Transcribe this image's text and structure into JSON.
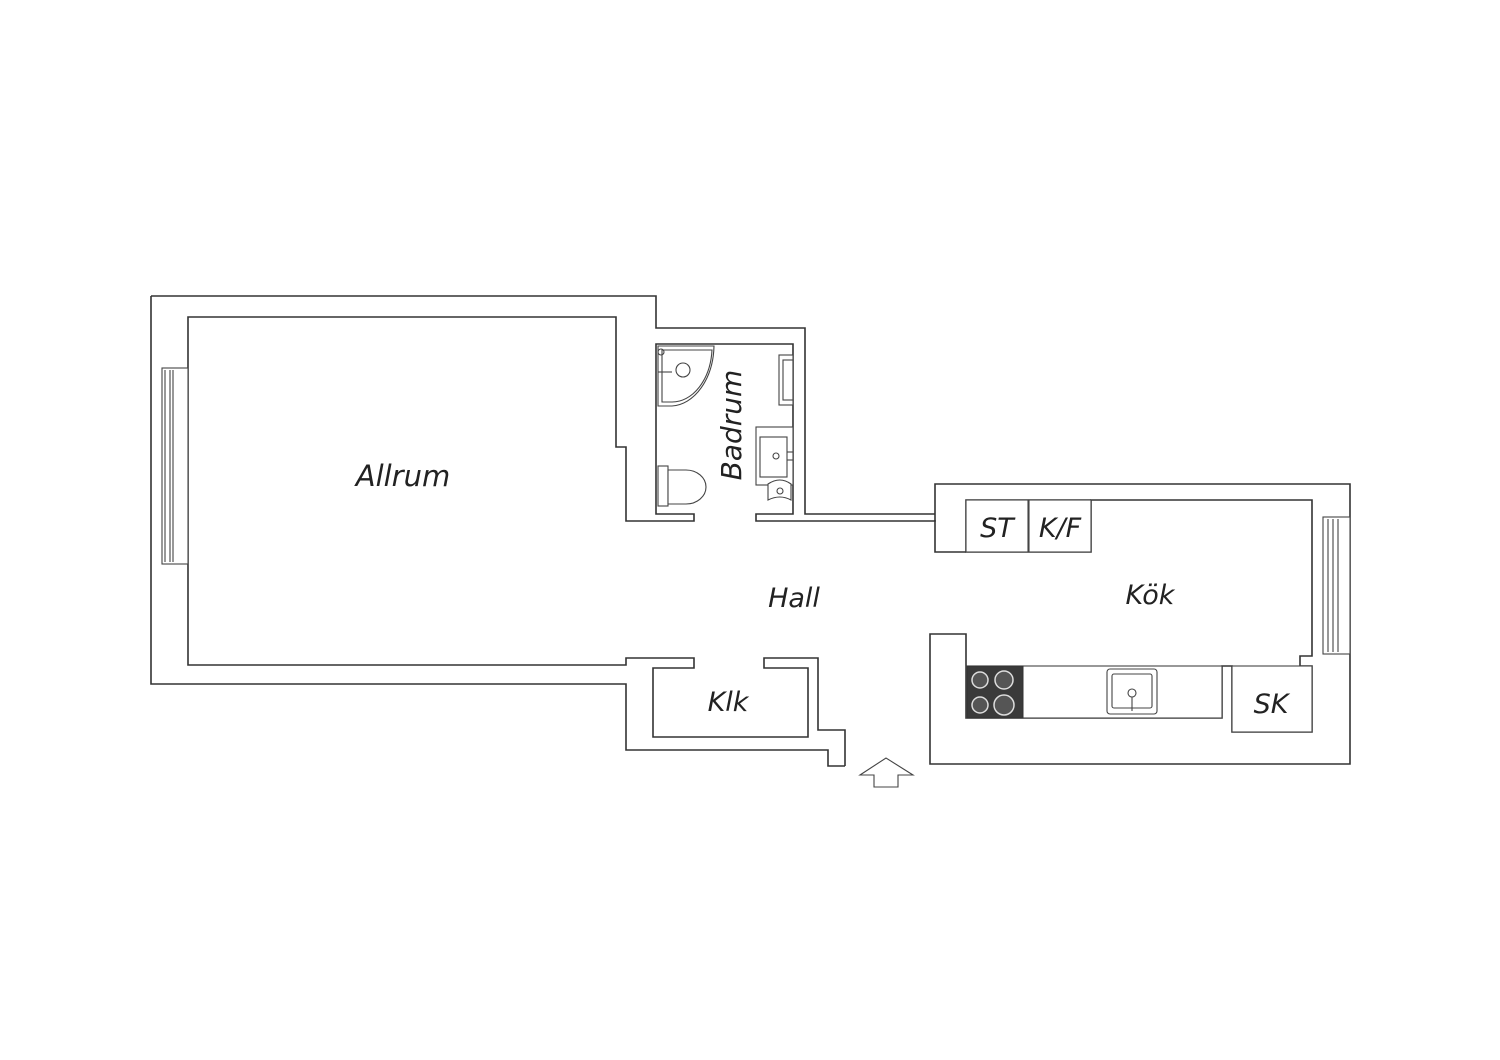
{
  "rooms": {
    "allrum": "Allrum",
    "badrum": "Badrum",
    "hall": "Hall",
    "kok": "Kök",
    "klk": "Klk"
  },
  "fixtures": {
    "stove": "ST",
    "fridge_freezer": "K/F",
    "cabinet": "SK"
  },
  "icons": {
    "entrance": "up-arrow-icon"
  },
  "colors": {
    "line": "#333333",
    "background": "#ffffff",
    "hob": "#3a3a3a"
  }
}
